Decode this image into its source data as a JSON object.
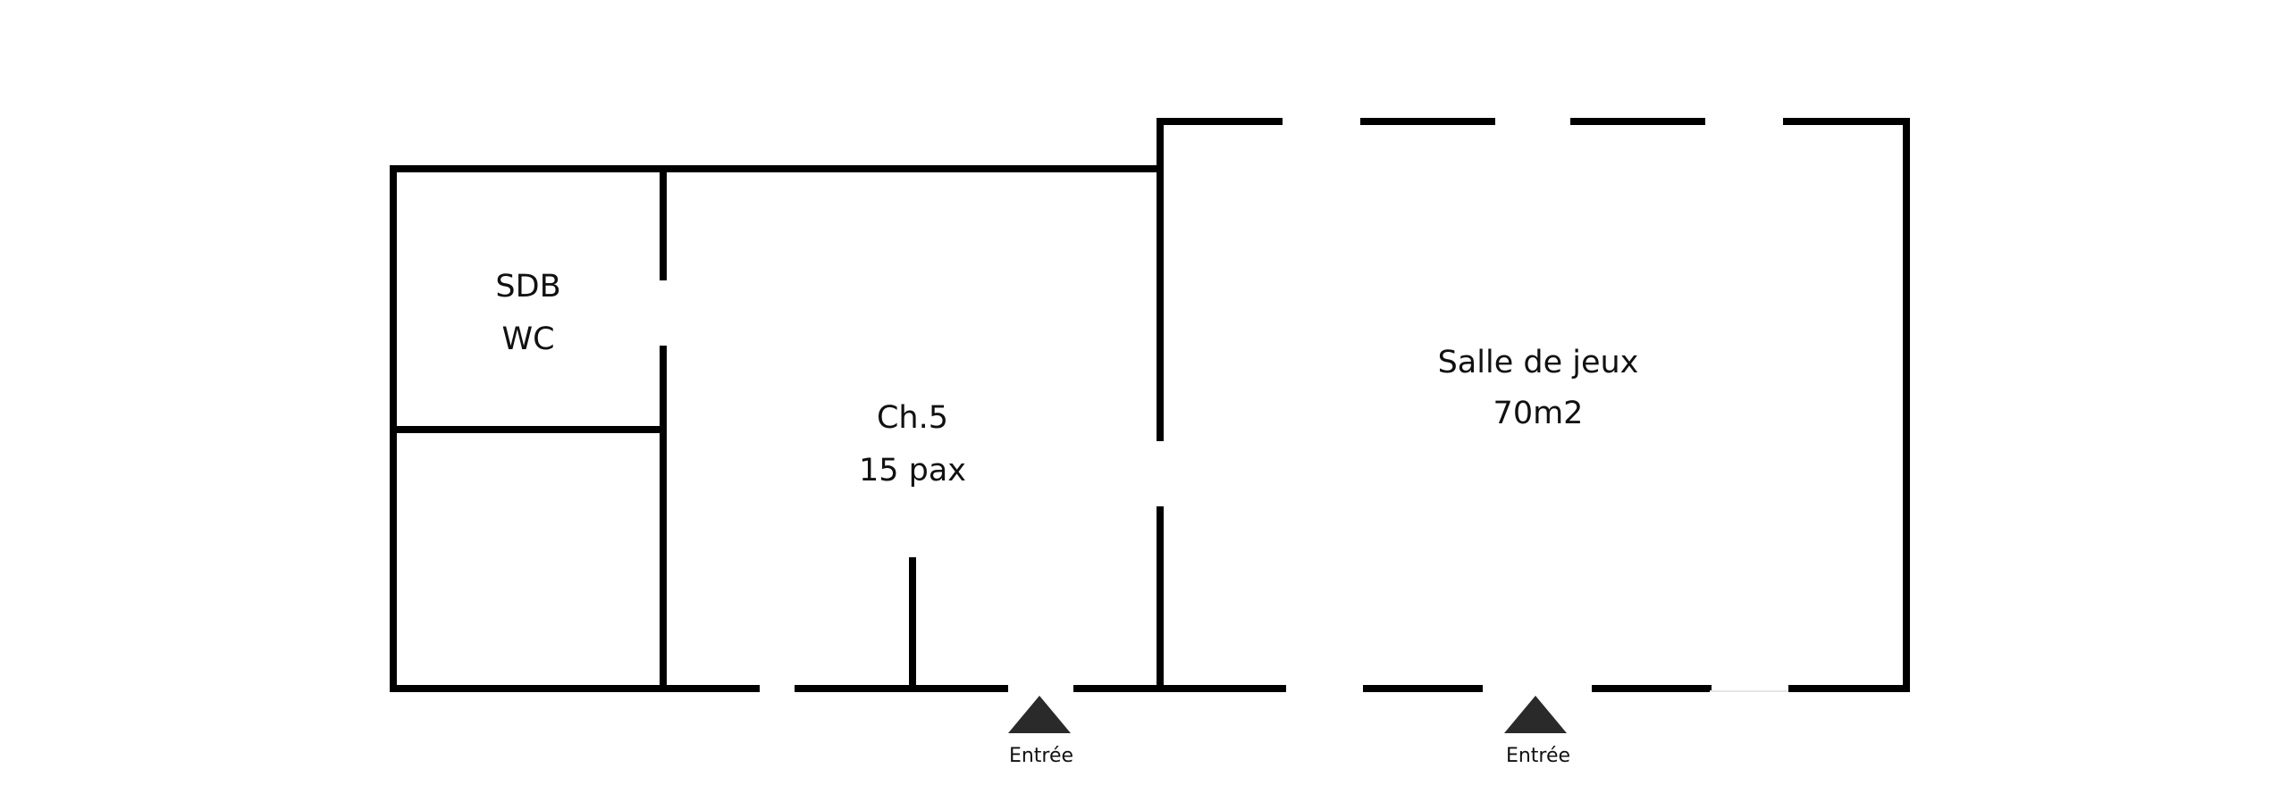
{
  "rooms": {
    "sdb": {
      "line1": "SDB",
      "line2": "WC"
    },
    "chambre": {
      "line1": "Ch.5",
      "line2": "15 pax"
    },
    "salle": {
      "line1": "Salle de jeux",
      "line2": "70m2"
    }
  },
  "entrances": [
    {
      "label": "Entrée",
      "icon": "triangle-up-icon"
    },
    {
      "label": "Entrée",
      "icon": "triangle-up-icon"
    }
  ],
  "colors": {
    "wall": "#000000",
    "marker": "#2a2a2a",
    "background": "#ffffff"
  }
}
